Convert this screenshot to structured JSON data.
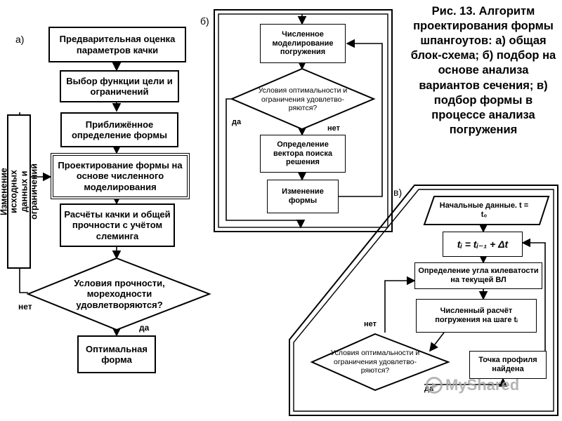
{
  "caption": "Рис. 13. Алгоритм проектирования формы шпангоутов: а) общая блок-схема; б) подбор на основе анализа вариантов сечения; в) подбор формы в процессе анализа погружения",
  "panel_labels": {
    "a": "а)",
    "b": "б)",
    "c": "в)"
  },
  "panel_a": {
    "side_box": "Изменение исходных\nданных и ограничений",
    "boxes": [
      "Предварительная оценка параметров качки",
      "Выбор функции цели и ограничений",
      "Приближённое определение формы",
      "Проектирование формы на основе численного моделирования",
      "Расчёты качки и общей прочности с учётом слеминга"
    ],
    "decision": "Условия прочности, мореходности удовлетворяются?",
    "no_label": "нет",
    "yes_label": "да",
    "result": "Оптимальная форма"
  },
  "panel_b": {
    "box1": "Численное моделирование погружения",
    "decision": "Условия оптимальности и ограничения удовлетво-ряются?",
    "yes_label": "да",
    "no_label": "нет",
    "box2": "Определение вектора поиска решения",
    "box3": "Изменение формы"
  },
  "panel_c": {
    "start": "Начальные данные. t = t₀",
    "time_step": "tᵢ = tᵢ₋₁ + Δt",
    "box1": "Определение угла килеватости на текущей ВЛ",
    "box2": "Численный расчёт погружения на шаге tᵢ",
    "decision": "Условия оптимальности и ограничения удовлетво-ряются?",
    "no_label": "нет",
    "yes_label": "да",
    "result": "Точка профиля найдена"
  },
  "watermark": "MyShared"
}
